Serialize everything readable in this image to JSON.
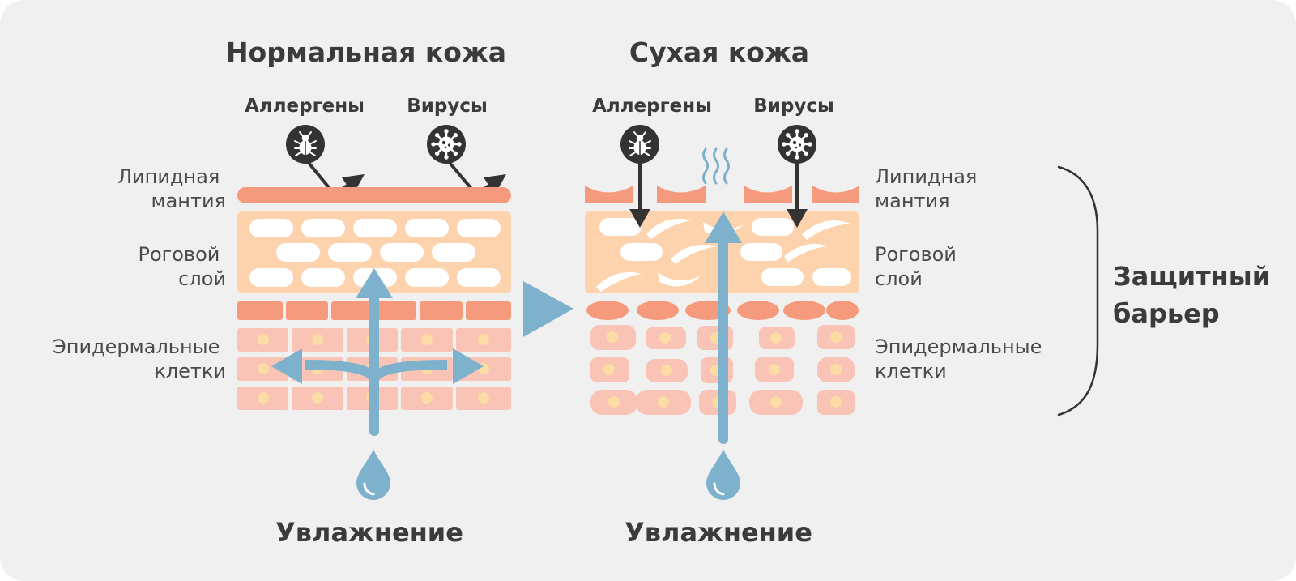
{
  "normal": {
    "title": "Нормальная кожа",
    "allergens": "Аллергены",
    "viruses": "Вирусы",
    "lipid": [
      "Липидная",
      "мантия"
    ],
    "horny": [
      "Роговой",
      "слой"
    ],
    "epidermal": [
      "Эпидермальные",
      "клетки"
    ],
    "moisture": "Увлажнение"
  },
  "dry": {
    "title": "Сухая кожа",
    "allergens": "Аллергены",
    "viruses": "Вирусы",
    "lipid": [
      "Липидная",
      "мантия"
    ],
    "horny": [
      "Роговой",
      "слой"
    ],
    "epidermal": [
      "Эпидермальные",
      "клетки"
    ],
    "moisture": "Увлажнение"
  },
  "barrier": [
    "Защитный",
    "барьер"
  ],
  "icons": {
    "allergen": "bug-icon",
    "virus": "virus-icon",
    "drop": "water-drop-icon",
    "evaporation": "evaporation-icon",
    "transition": "right-triangle-icon"
  },
  "colors": {
    "background": "#f0f0f0",
    "lipid": "#f59a7c",
    "horny": "#fcd3ad",
    "epidermal": "#f9c3b5",
    "nucleus": "#fbdca4",
    "moisture": "#7eb1cc",
    "icon": "#333333",
    "text": "#3b3b3b"
  }
}
